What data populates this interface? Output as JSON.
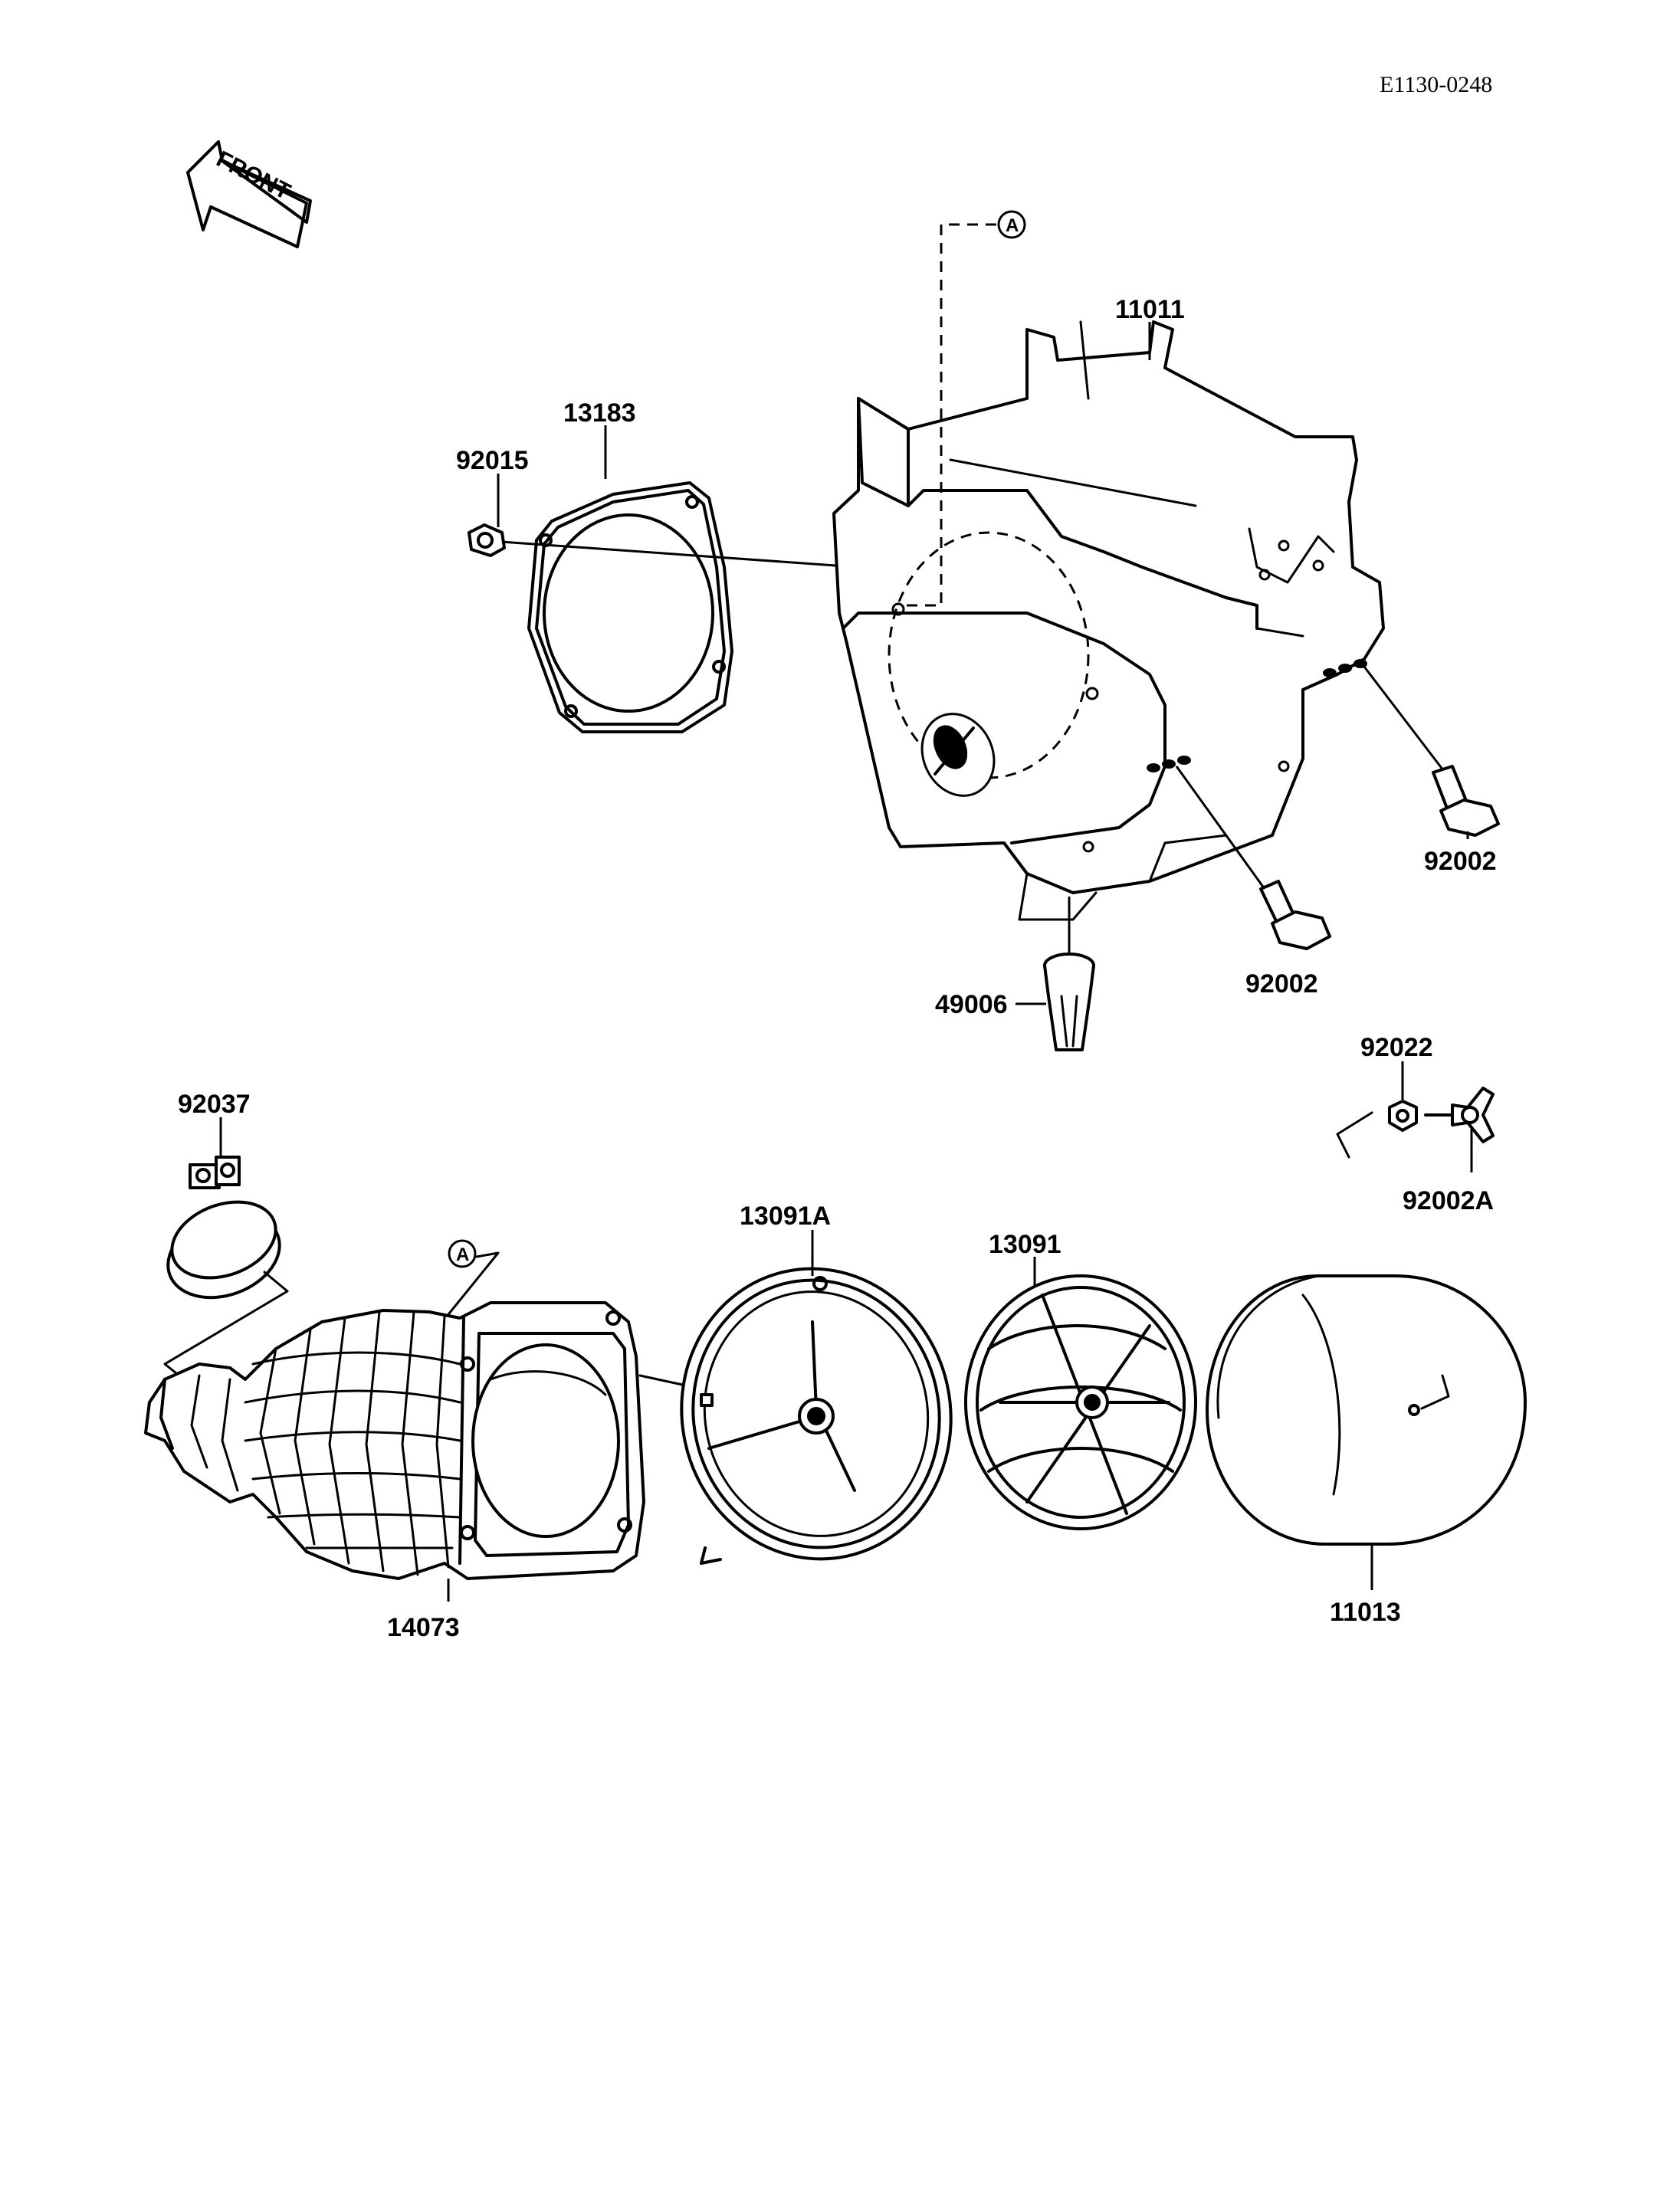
{
  "diagram_code": "E1130-0248",
  "front_label": "FRONT",
  "ref_mark": "A",
  "parts": {
    "p11011": "11011",
    "p13183": "13183",
    "p92015": "92015",
    "p92002_right": "92002",
    "p92002_lower": "92002",
    "p49006": "49006",
    "p92022": "92022",
    "p92002A": "92002A",
    "p92037": "92037",
    "p13091A": "13091A",
    "p13091": "13091",
    "p11013": "11013",
    "p14073": "14073"
  }
}
